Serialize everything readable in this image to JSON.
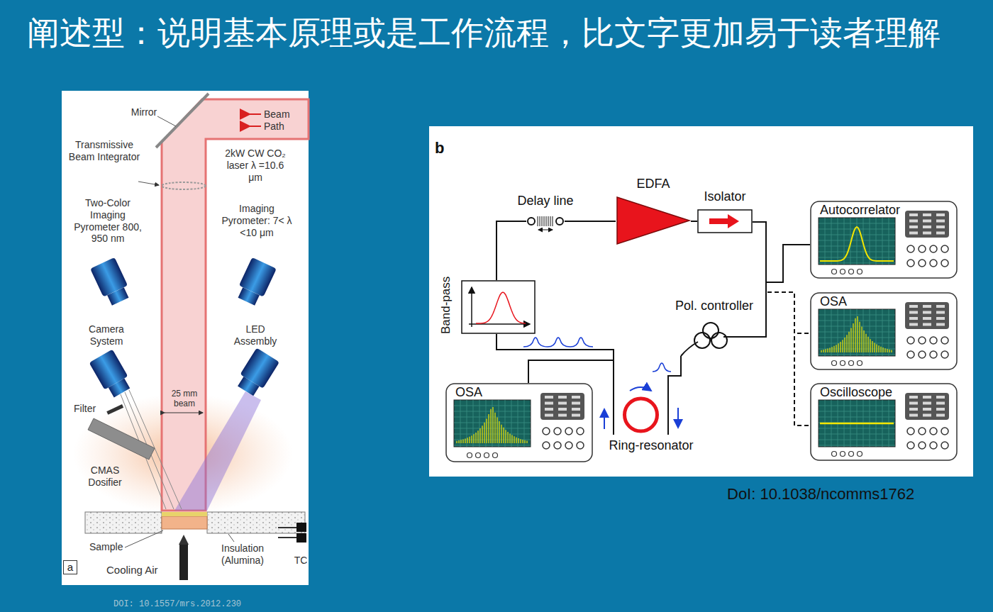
{
  "diagram": {
    "title": "阐述型：说明基本原理或是工作流程，比文字更加易于读者理解",
    "nodes": [
      {
        "text": [
          "Delay line"
        ]
      },
      {
        "text": [
          "EDFA"
        ]
      },
      {
        "text": [
          "Isolator"
        ]
      },
      {
        "text": [
          "Pol. controller"
        ]
      },
      {
        "text": [
          "Ring-resonator"
        ]
      },
      {
        "text": [
          "Band-pass"
        ]
      },
      {
        "text": [
          "OSA"
        ]
      },
      {
        "text": [
          "Autocorrelator"
        ]
      },
      {
        "text": [
          "OSA"
        ]
      },
      {
        "text": [
          "Oscilloscope"
        ]
      }
    ],
    "edges": [
      {
        "from": 5,
        "to": 0,
        "arrow": "none"
      },
      {
        "from": 0,
        "to": 1,
        "arrow": "none"
      },
      {
        "from": 1,
        "to": 2,
        "arrow": "none"
      },
      {
        "from": 2,
        "to": 3,
        "arrow": "none"
      },
      {
        "from": 3,
        "to": 4,
        "arrow": "none"
      },
      {
        "from": 4,
        "to": 5,
        "arrow": "none"
      },
      {
        "from": 4,
        "to": 6,
        "arrow": "none"
      },
      {
        "from": 2,
        "to": 7,
        "arrow": "none"
      },
      {
        "from": 2,
        "to": 8,
        "arrow": "none"
      },
      {
        "from": 2,
        "to": 9,
        "arrow": "none"
      }
    ],
    "labels": [
      "Mirror",
      "Beam Path",
      "Transmissive Beam Integrator",
      "2kW CW CO₂ laser λ =10.6 μm",
      "Two-Color Imaging Pyrometer 800, 950 nm",
      "Imaging Pyrometer: 7< λ <10 μm",
      "Camera System",
      "LED Assembly",
      "25 mm beam",
      "Filter",
      "CMAS Dosifier",
      "Sample",
      "Insulation (Alumina)",
      "TC",
      "a",
      "Cooling Air",
      "DOI: 10.1557/mrs.2012.230",
      "b",
      "DoI: 10.1038/ncomms1762"
    ]
  }
}
